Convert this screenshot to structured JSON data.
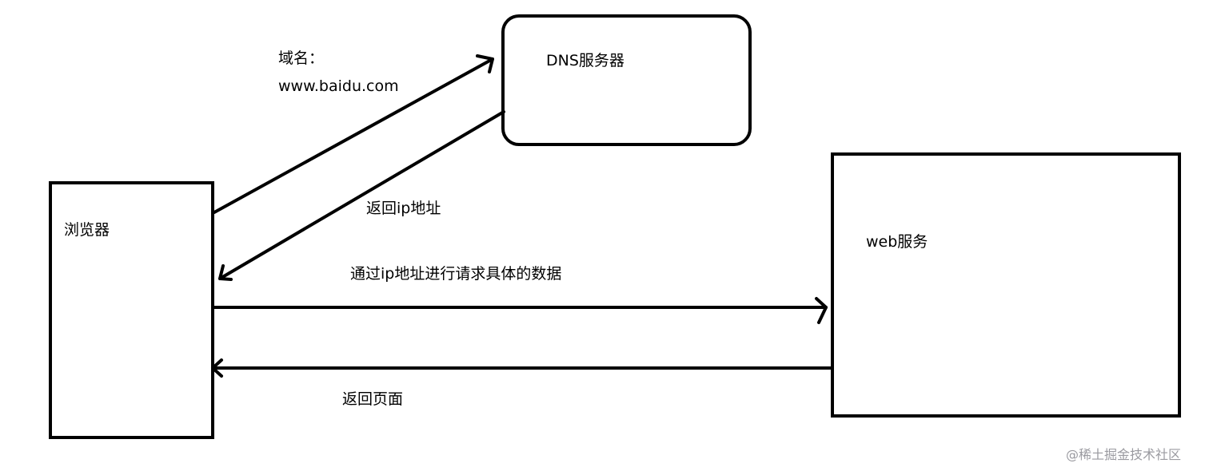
{
  "nodes": {
    "browser": {
      "label": "浏览器"
    },
    "dns_server": {
      "label": "DNS服务器"
    },
    "web_server": {
      "label": "web服务"
    }
  },
  "edges": {
    "domain_query": {
      "label_line1": "域名：",
      "label_line2": "www.baidu.com"
    },
    "ip_return": {
      "label": "返回ip地址"
    },
    "data_request": {
      "label": "通过ip地址进行请求具体的数据"
    },
    "page_return": {
      "label": "返回页面"
    }
  },
  "watermark": {
    "text": "@稀土掘金技术社区"
  },
  "colors": {
    "stroke": "#000000",
    "background": "#ffffff",
    "watermark": "#9a9aa0"
  }
}
